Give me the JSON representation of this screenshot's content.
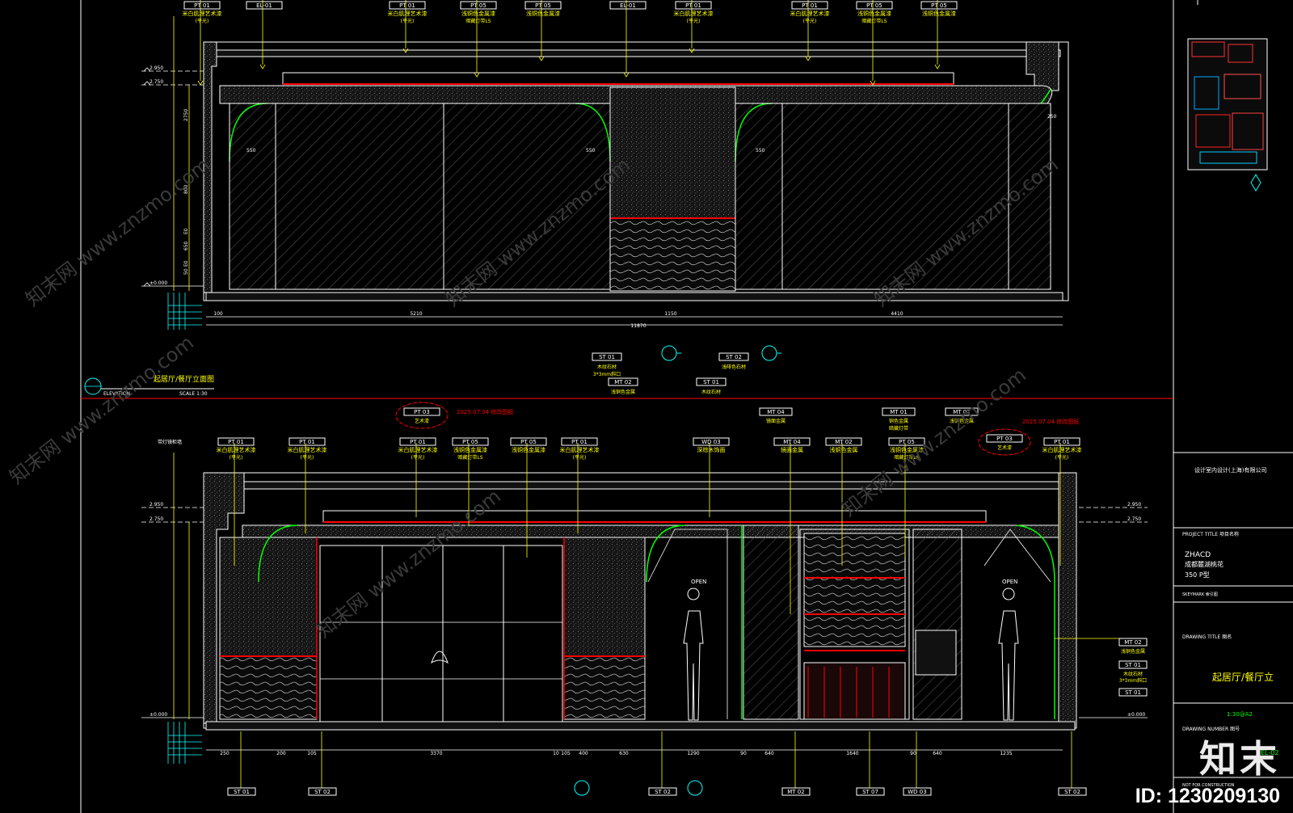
{
  "colors": {
    "bg": "#000000",
    "yellow": "#ffff00",
    "white": "#ffffff",
    "red": "#ff0000",
    "green": "#00ff00",
    "cyan": "#00ffff",
    "grey": "#808080",
    "magenta": "#ff00ff"
  },
  "upper": {
    "tags": [
      {
        "code": "PT 01",
        "desc": "米白肌理艺术漆",
        "sub": "(平光)"
      },
      {
        "code": "EL-01",
        "desc": "",
        "sub": ""
      },
      {
        "code": "PT 01",
        "desc": "米白肌理艺术漆",
        "sub": "(平光)"
      },
      {
        "code": "PT 05",
        "desc": "浅铜色金属漆",
        "sub": "暗藏灯带LS"
      },
      {
        "code": "PT 05",
        "desc": "浅铜色金属漆",
        "sub": ""
      },
      {
        "code": "EL-01",
        "desc": "",
        "sub": ""
      },
      {
        "code": "PT 01",
        "desc": "米白肌理艺术漆",
        "sub": "(平光)"
      },
      {
        "code": "PT 01",
        "desc": "米白肌理艺术漆",
        "sub": "(平光)"
      },
      {
        "code": "PT 05",
        "desc": "浅铜色金属漆",
        "sub": "暗藏灯带LS"
      },
      {
        "code": "PT 05",
        "desc": "浅铜色金属漆",
        "sub": ""
      }
    ],
    "levels": [
      "2.950",
      "2.750",
      "±0.000"
    ],
    "bottom_dims": [
      "100",
      "5210",
      "1150",
      "4410"
    ],
    "total_dim": "11870",
    "callouts": [
      {
        "code": "ST 01",
        "desc": "木纹石材",
        "sub": "3*3mm斜口"
      },
      {
        "code": "MT 02",
        "desc": "浅铜色金属",
        "sub": ""
      },
      {
        "code": "ST 01",
        "desc": "木纹石材",
        "sub": ""
      },
      {
        "code": "ST 02",
        "desc": "浅啡色石材",
        "sub": ""
      }
    ],
    "title": "起居厅/餐厅立面图",
    "elevation_label": "ELEVATION",
    "scale": "SCALE 1:30",
    "dim_550": "550",
    "dim_250": "250"
  },
  "lower": {
    "revision_left": "2025.07.04 修改图纸",
    "revision_right": "2025.07.04 修改图纸",
    "cloud_tags": [
      {
        "code": "PT 03",
        "desc": "艺术漆"
      },
      {
        "code": "PT 03",
        "desc": "艺术漆"
      }
    ],
    "extra_tags": [
      {
        "code": "MT 04",
        "desc": "镜面金属"
      },
      {
        "code": "MT 01",
        "desc": "铜色金属",
        "sub": "暗藏灯带"
      },
      {
        "code": "MT 02",
        "desc": "浅铜色金属"
      }
    ],
    "tags": [
      {
        "code": "PT 01",
        "desc": "米白肌理艺术漆",
        "sub": "(平光)"
      },
      {
        "code": "PT 01",
        "desc": "米白肌理艺术漆",
        "sub": "(平光)"
      },
      {
        "code": "PT 01",
        "desc": "米白肌理艺术漆",
        "sub": "(平光)"
      },
      {
        "code": "PT 05",
        "desc": "浅铜色金属漆",
        "sub": "暗藏灯带LS"
      },
      {
        "code": "PT 05",
        "desc": "浅铜色金属漆",
        "sub": ""
      },
      {
        "code": "PT 01",
        "desc": "米白肌理艺术漆",
        "sub": "(平光)"
      },
      {
        "code": "WD 03",
        "desc": "深棕木饰面",
        "sub": ""
      },
      {
        "code": "MT 04",
        "desc": "镜面金属",
        "sub": ""
      },
      {
        "code": "MT 02",
        "desc": "浅铜色金属",
        "sub": ""
      },
      {
        "code": "PT 05",
        "desc": "浅铜色金属漆",
        "sub": "暗藏灯带LS"
      },
      {
        "code": "PT 01",
        "desc": "米白肌理艺术漆",
        "sub": "(平光)"
      }
    ],
    "side_tags": [
      {
        "code": "MT 02",
        "desc": "浅铜色金属"
      },
      {
        "code": "ST 01",
        "desc": "木纹石材",
        "sub": "3*3mm斜口"
      },
      {
        "code": "ST 01",
        "desc": ""
      }
    ],
    "bottom_tags": [
      "ST 01",
      "ST 02",
      "ST 02",
      "MT 02",
      "ST 07",
      "WD 03",
      "ST 02"
    ],
    "levels": [
      "2.950",
      "2.750",
      "±0.000"
    ],
    "bottom_dims": [
      "250",
      "200",
      "105",
      "3370",
      "10",
      "105",
      "400",
      "630",
      "1290",
      "90",
      "640",
      "1640",
      "90",
      "640",
      "1235"
    ],
    "open_label": "OPEN",
    "misc_label": "带灯镜柜墙"
  },
  "title_block": {
    "company": "设计室内设计(上海)有限公司",
    "project_title_label": "PROJECT TITLE 项目名称",
    "project_code": "ZHACD",
    "project_name": "成都麓湖桃花",
    "project_sub": "350 P型",
    "drawing_title_label": "DRAWING TITLE 图名",
    "drawing_title": "起居厅/餐厅立",
    "drawing_number_label": "DRAWING NUMBER 图号",
    "scale_value": "1:30@A2",
    "sheet_no": "EL-02",
    "status": "NOT FOR CONSTRUCTION",
    "keymark": "SKEYMARK 索引图"
  },
  "watermark": "知末网 www.znzmo.com",
  "brand": {
    "logo": "知末",
    "id": "ID: 1230209130"
  }
}
